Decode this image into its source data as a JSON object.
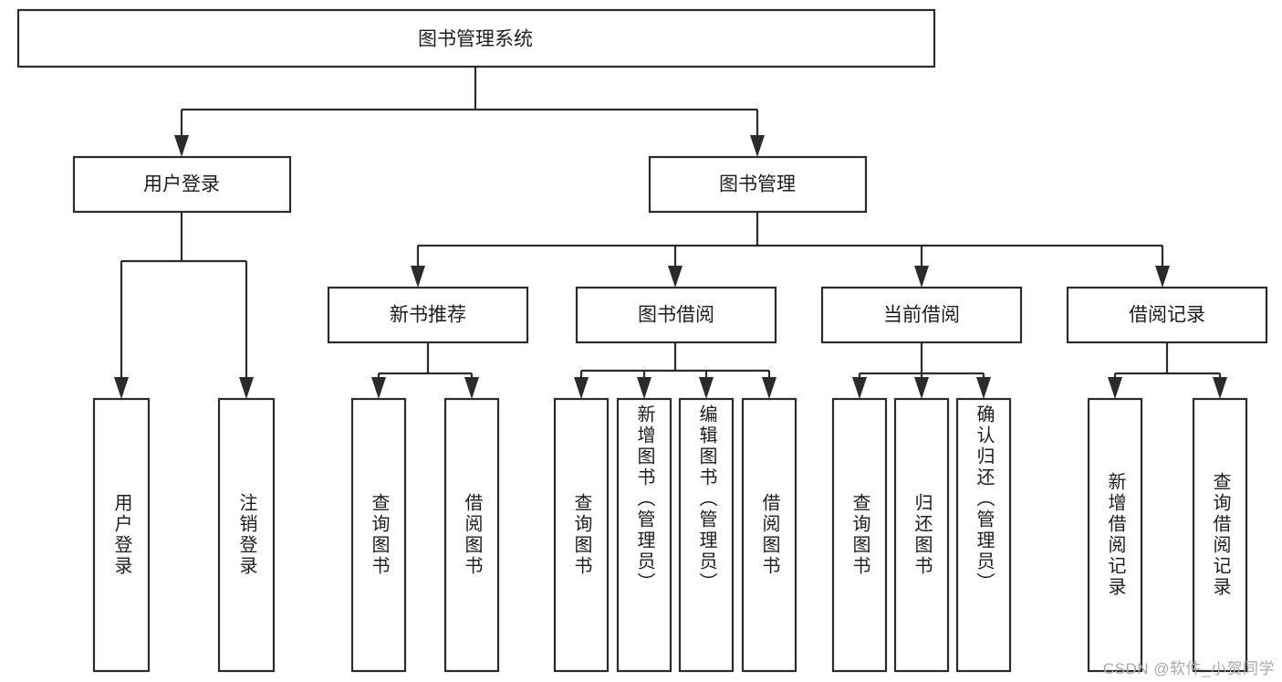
{
  "diagram": {
    "title": "图书管理系统",
    "type": "tree-hierarchy-diagram",
    "colors": {
      "background": "#ffffff",
      "box_fill": "#ffffff",
      "box_stroke": "#2b2b2b",
      "connector": "#2b2b2b",
      "text": "#1d1d1d",
      "watermark": "#a9a9a9"
    },
    "root": {
      "label": "图书管理系统"
    },
    "level2": [
      {
        "label": "用户登录"
      },
      {
        "label": "图书管理"
      }
    ],
    "level3": [
      {
        "label": "新书推荐"
      },
      {
        "label": "图书借阅"
      },
      {
        "label": "当前借阅"
      },
      {
        "label": "借阅记录"
      }
    ],
    "leaves": {
      "user_login": [
        {
          "label": "用户登录"
        },
        {
          "label": "注销登录"
        }
      ],
      "new_book_recommend": [
        {
          "label": "查询图书"
        },
        {
          "label": "借阅图书"
        }
      ],
      "book_borrow": [
        {
          "label": "查询图书"
        },
        {
          "label": "新增图书（管理员）"
        },
        {
          "label": "编辑图书（管理员）"
        },
        {
          "label": "借阅图书"
        }
      ],
      "current_borrow": [
        {
          "label": "查询图书"
        },
        {
          "label": "归还图书"
        },
        {
          "label": "确认归还（管理员）"
        }
      ],
      "borrow_records": [
        {
          "label": "新增借阅记录"
        },
        {
          "label": "查询借阅记录"
        }
      ]
    },
    "watermark": "CSDN @软件_小贺同学"
  }
}
